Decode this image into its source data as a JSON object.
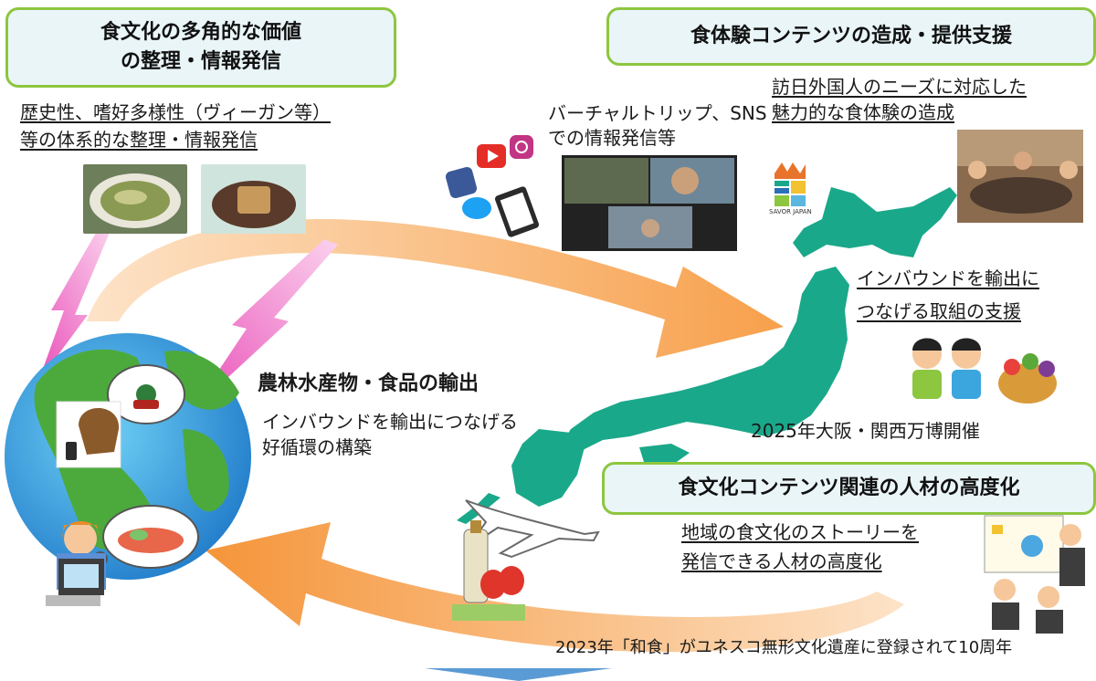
{
  "boxes": {
    "food_culture_value": {
      "line1": "食文化の多角的な価値",
      "line2": "の整理・情報発信"
    },
    "food_experience": "食体験コンテンツの造成・提供支援",
    "human_resources": "食文化コンテンツ関連の人材の高度化"
  },
  "texts": {
    "history_line1": "歴史性、嗜好多様性（ヴィーガン等）",
    "history_line2": "等の体系的な整理・情報発信",
    "virtual_line1": "バーチャルトリップ、SNS",
    "virtual_line2": "での情報発信等",
    "visitors_line1": "訪日外国人のニーズに対応した",
    "visitors_line2": "魅力的な食体験の造成",
    "inbound_line1": "インバウンドを輸出に",
    "inbound_line2": "つなげる取組の支援",
    "expo": "2025年大阪・関西万博開催",
    "export_title": "農林水産物・食品の輸出",
    "cycle_line1": "インバウンドを輸出につなげる",
    "cycle_line2": "好循環の構築",
    "story_line1": "地域の食文化のストーリーを",
    "story_line2": "発信できる人材の高度化",
    "washoku": "2023年「和食」がユネスコ無形文化遺産に登録されて10周年",
    "savor_logo": "SAVOR JAPAN"
  },
  "colors": {
    "box_border": "#8dc63f",
    "box_fill": "#eaf5f8",
    "arrow_orange": "#f5a04a",
    "japan_green": "#1aa88a",
    "lightning_pink": "#f06fc8",
    "down_arrow_blue": "#5b9bd5"
  }
}
